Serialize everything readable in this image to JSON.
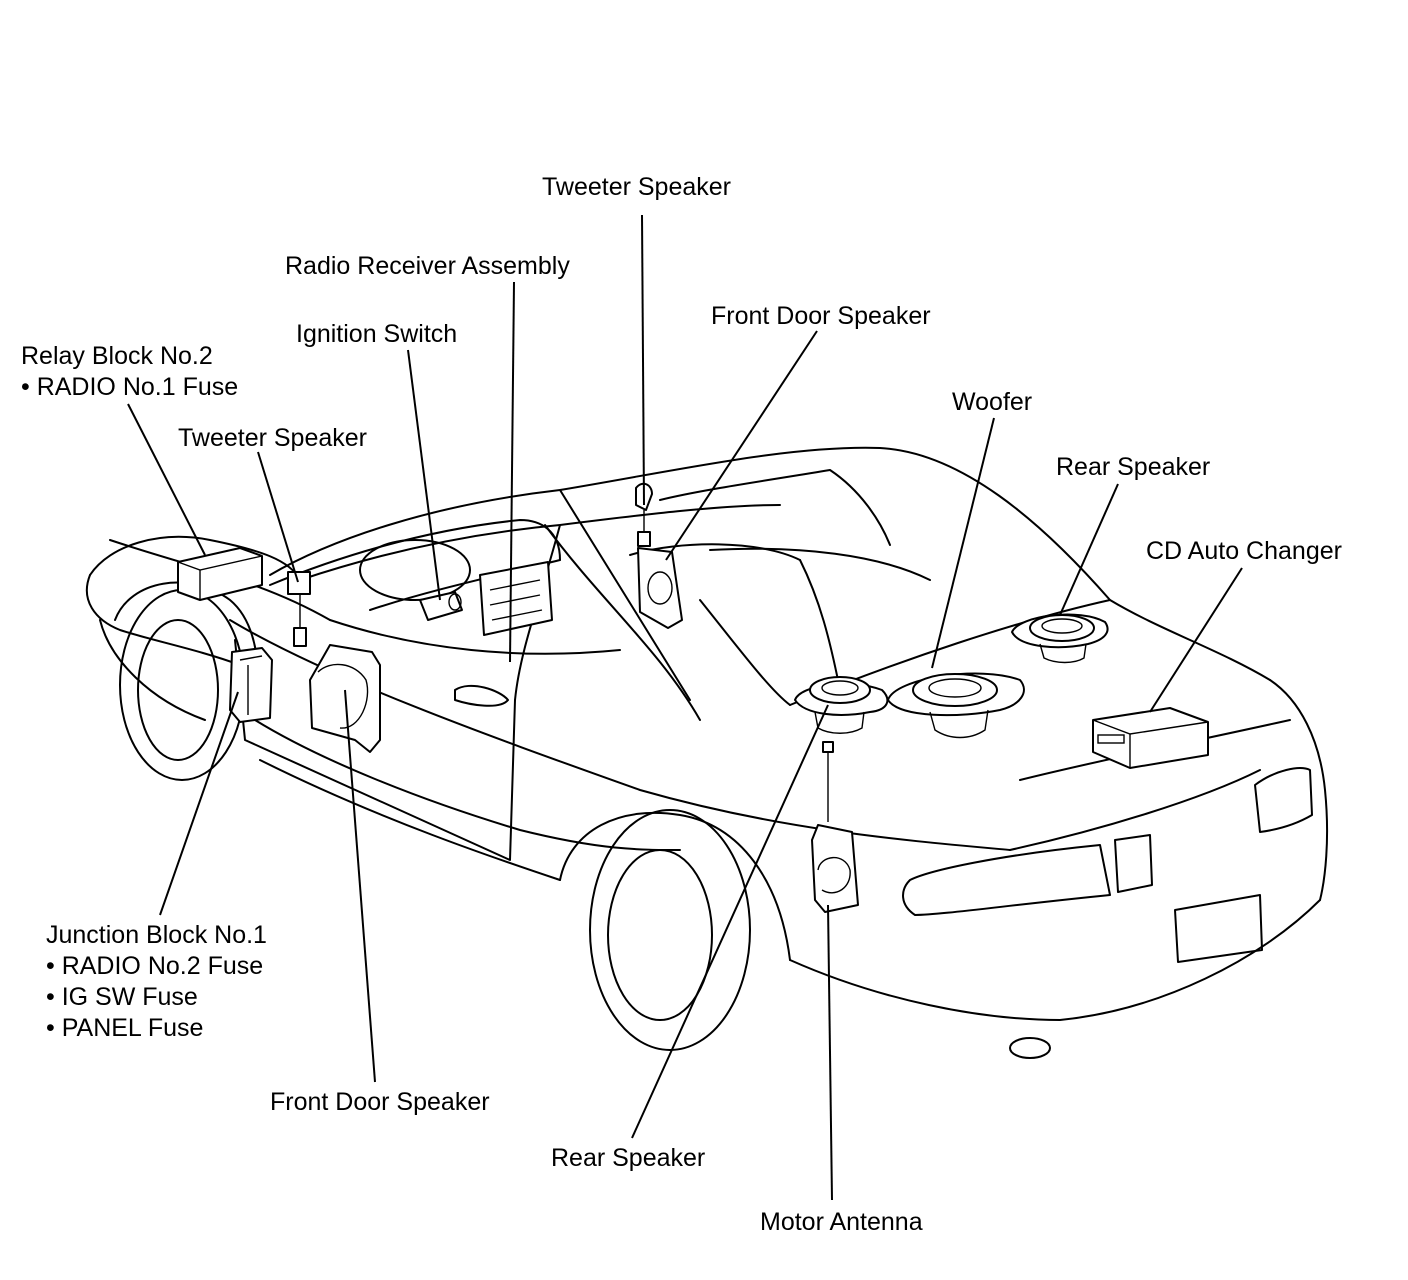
{
  "labels": {
    "tweeter_top": "Tweeter Speaker",
    "radio_receiver": "Radio Receiver Assembly",
    "front_door_top": "Front Door Speaker",
    "ignition_switch": "Ignition Switch",
    "relay_block": [
      "Relay Block No.2",
      "• RADIO No.1 Fuse"
    ],
    "tweeter_left": "Tweeter Speaker",
    "woofer": "Woofer",
    "rear_speaker_top": "Rear Speaker",
    "cd_changer": "CD Auto Changer",
    "junction_block": [
      "Junction Block No.1",
      "• RADIO No.2 Fuse",
      "• IG SW Fuse",
      "• PANEL Fuse"
    ],
    "front_door_bottom": "Front Door Speaker",
    "rear_speaker_bottom": "Rear Speaker",
    "motor_antenna": "Motor Antenna"
  }
}
